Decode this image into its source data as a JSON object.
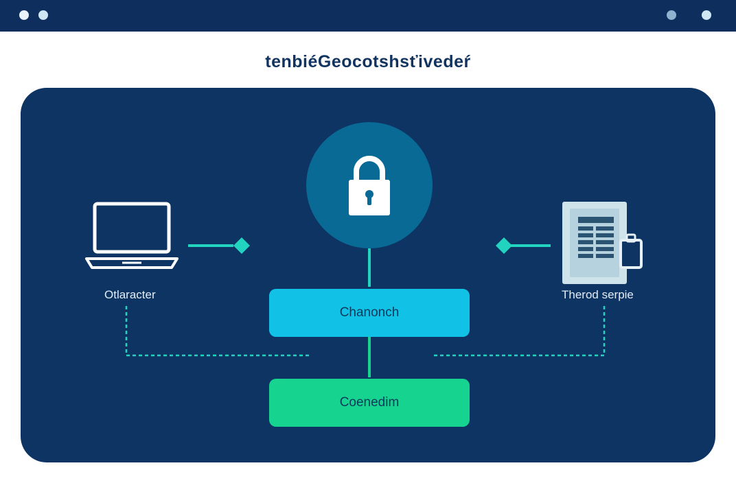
{
  "window": {
    "controls": [
      "window-dot",
      "window-dot",
      "window-dot",
      "window-dot"
    ]
  },
  "heading": "tenbiéGeocotshsťivedeŕ",
  "diagram": {
    "center_icon": "lock-icon",
    "left_device": {
      "icon": "laptop-icon",
      "label": "Otlaracter"
    },
    "right_device": {
      "icon": "document-server-icon",
      "label": "Therod serpie"
    },
    "nodes": {
      "primary": "Chanonch",
      "secondary": "Coenedim"
    },
    "colors": {
      "panel": "#0e3463",
      "accent_teal": "#22d3c0",
      "primary_node": "#12c2e6",
      "secondary_node": "#16d38f",
      "lock_circle": "#0a6a96"
    }
  }
}
